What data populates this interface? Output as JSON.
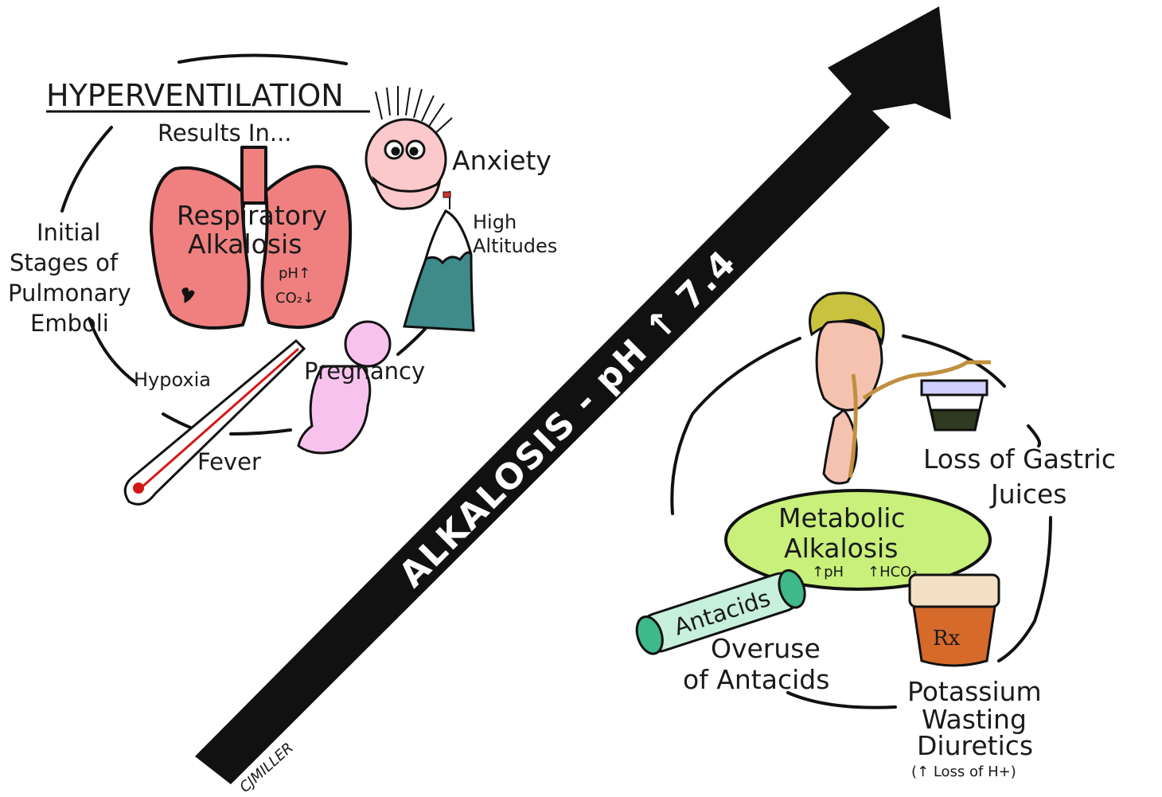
{
  "arrow": {
    "label": "ALKALOSIS - pH ↑ 7.4",
    "color": "#111111"
  },
  "respiratory": {
    "heading": "HYPERVENTILATION",
    "subheading": "Results In...",
    "center_line1": "Respiratory",
    "center_line2": "Alkalosis",
    "ph_indicator": "pH↑",
    "co2_indicator": "CO₂↓",
    "causes": {
      "anxiety": "Anxiety",
      "altitudes_line1": "High",
      "altitudes_line2": "Altitudes",
      "pregnancy": "Pregnancy",
      "fever": "Fever",
      "hypoxia": "Hypoxia",
      "emboli_line1": "Initial",
      "emboli_line2": "Stages of",
      "emboli_line3": "Pulmonary",
      "emboli_line4": "Emboli"
    },
    "lung_color": "#f08080"
  },
  "metabolic": {
    "center_line1": "Metabolic",
    "center_line2": "Alkalosis",
    "ph_indicator": "↑pH",
    "hco3_indicator": "↑HCO₃",
    "causes": {
      "gastric_line1": "Loss of Gastric",
      "gastric_line2": "Juices",
      "antacids_label": "Antacids",
      "antacids_line1": "Overuse",
      "antacids_line2": "of Antacids",
      "diuretics_line1": "Potassium",
      "diuretics_line2": "Wasting",
      "diuretics_line3": "Diuretics",
      "diuretics_note": "(↑ Loss of H+)",
      "rx_label": "Rx"
    },
    "ellipse_color": "#c8f07a"
  },
  "signature": "CJMILLER"
}
